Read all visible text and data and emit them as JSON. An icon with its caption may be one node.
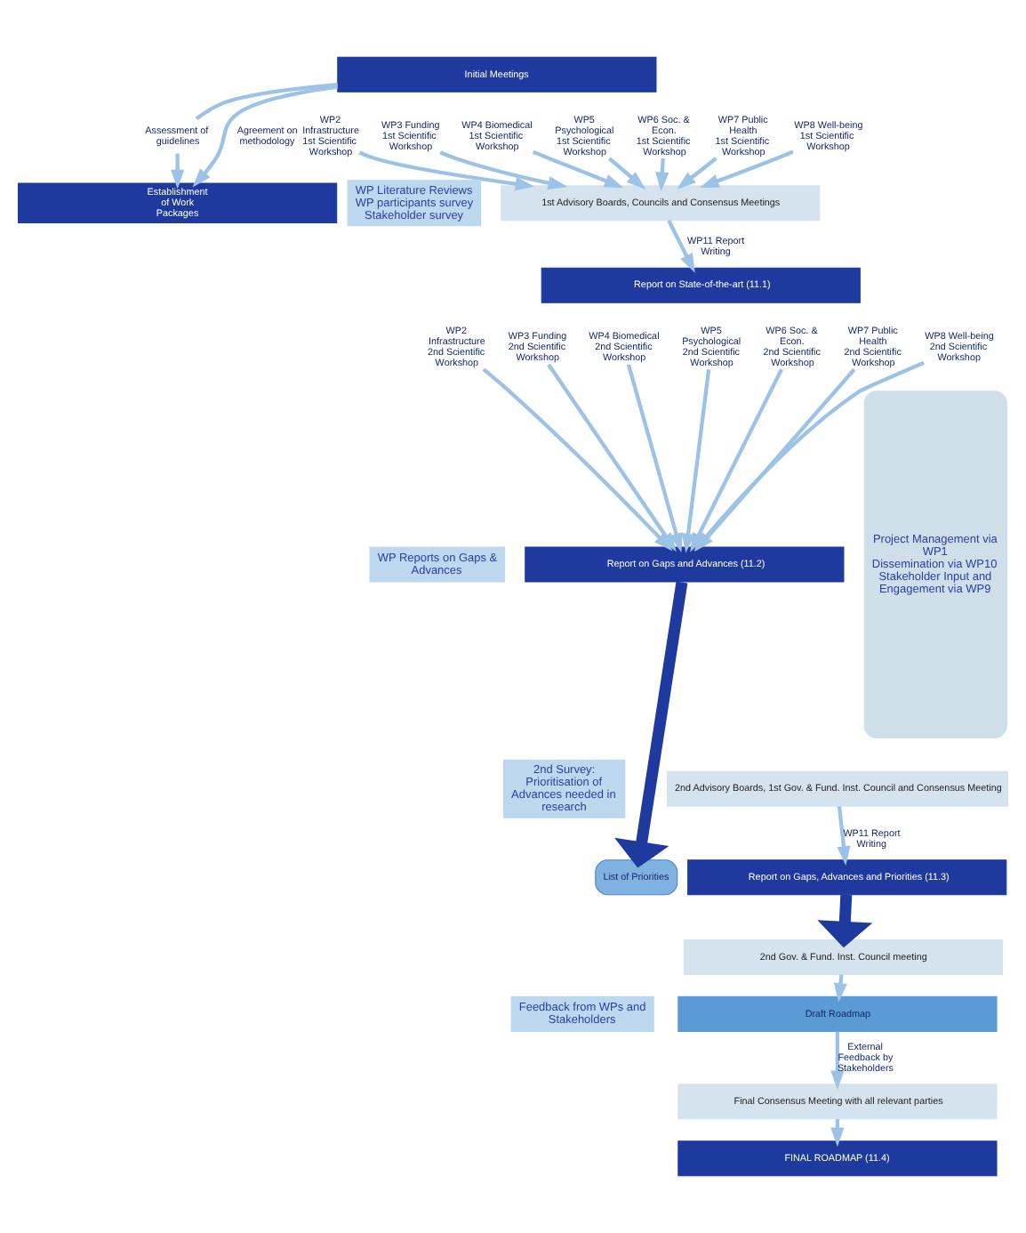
{
  "diagram": {
    "nodes": [
      {
        "text": [
          "Initial Meetings"
        ]
      },
      {
        "text": [
          "Assessment of guidelines"
        ]
      },
      {
        "text": [
          "Establishment of Work Packages"
        ]
      },
      {
        "text": [
          "WP2 Infrastructure",
          "1st Scientific Workshop"
        ]
      },
      {
        "text": [
          "WP3 Funding",
          "1st Scientific Workshop"
        ]
      },
      {
        "text": [
          "WP4 Biomedical",
          "1st Scientific Workshop"
        ]
      },
      {
        "text": [
          "WP5 Psychological",
          "1st Scientific Workshop"
        ]
      },
      {
        "text": [
          "WP6 Soc. & Econ.",
          "1st Scientific Workshop"
        ]
      },
      {
        "text": [
          "WP7 Public Health",
          "1st Scientific Workshop"
        ]
      },
      {
        "text": [
          "WP8 Well-being",
          "1st Scientific Workshop"
        ]
      },
      {
        "text": [
          "1st Advisory Boards, Councils and Consensus Meetings"
        ]
      },
      {
        "text": [
          "Report on State-of-the-art (11.1)"
        ]
      },
      {
        "text": [
          "WP2 Infrastructure",
          "2nd Scientific Workshop"
        ]
      },
      {
        "text": [
          "WP3 Funding",
          "2nd Scientific Workshop"
        ]
      },
      {
        "text": [
          "WP4 Biomedical",
          "2nd Scientific Workshop"
        ]
      },
      {
        "text": [
          "WP5 Psychological",
          "2nd Scientific Workshop"
        ]
      },
      {
        "text": [
          "WP6 Soc. & Econ.",
          "2nd Scientific Workshop"
        ]
      },
      {
        "text": [
          "WP7 Public Health",
          "2nd Scientific Workshop"
        ]
      },
      {
        "text": [
          "WP8 Well-being",
          "2nd Scientific Workshop"
        ]
      },
      {
        "text": [
          "Report on Gaps and Advances (11.2)"
        ]
      },
      {
        "text": [
          "List of Priorities"
        ]
      },
      {
        "text": [
          "2nd Advisory Boards, 1st Gov. & Fund. Inst. Council and Consensus Meeting"
        ]
      },
      {
        "text": [
          "Report on Gaps, Advances and Priorities (11.3)"
        ]
      },
      {
        "text": [
          "2nd Gov. & Fund. Inst. Council meeting"
        ]
      },
      {
        "text": [
          "Draft Roadmap"
        ]
      },
      {
        "text": [
          "Final Consensus Meeting with all relevant parties"
        ]
      },
      {
        "text": [
          "FINAL ROADMAP (11.4)"
        ]
      },
      {
        "text": [
          "Project Management via WP1",
          "Dissemination via WP10",
          "Stakeholder Input and Engagement via WP9"
        ]
      }
    ],
    "edges": [
      {
        "from": 0,
        "to": 1,
        "arrow": "none"
      },
      {
        "from": 1,
        "to": 2,
        "arrow": "to"
      },
      {
        "from": 0,
        "to": 2,
        "label": "Agreement on methodology",
        "arrow": "to"
      },
      {
        "from": 3,
        "to": 10,
        "arrow": "to"
      },
      {
        "from": 4,
        "to": 10,
        "arrow": "to"
      },
      {
        "from": 5,
        "to": 10,
        "arrow": "to"
      },
      {
        "from": 6,
        "to": 10,
        "arrow": "to"
      },
      {
        "from": 7,
        "to": 10,
        "arrow": "to"
      },
      {
        "from": 8,
        "to": 10,
        "arrow": "to"
      },
      {
        "from": 9,
        "to": 10,
        "arrow": "to"
      },
      {
        "from": 10,
        "to": 11,
        "label": "WP11 Report Writing",
        "arrow": "to"
      },
      {
        "from": 12,
        "to": 19,
        "arrow": "to"
      },
      {
        "from": 13,
        "to": 19,
        "arrow": "to"
      },
      {
        "from": 14,
        "to": 19,
        "arrow": "to"
      },
      {
        "from": 15,
        "to": 19,
        "arrow": "to"
      },
      {
        "from": 16,
        "to": 19,
        "arrow": "to"
      },
      {
        "from": 17,
        "to": 19,
        "arrow": "to"
      },
      {
        "from": 18,
        "to": 19,
        "arrow": "to"
      },
      {
        "from": 19,
        "to": 20,
        "arrow": "to",
        "style": "thick",
        "color": "#1f3a9e"
      },
      {
        "from": 21,
        "to": 22,
        "label": "WP11 Report Writing",
        "arrow": "to"
      },
      {
        "from": 22,
        "to": 23,
        "arrow": "to",
        "style": "thick",
        "color": "#1f3a9e"
      },
      {
        "from": 23,
        "to": 24,
        "arrow": "to"
      },
      {
        "from": 24,
        "to": 25,
        "label": "External Feedback by Stakeholders",
        "arrow": "to"
      },
      {
        "from": 25,
        "to": 26,
        "arrow": "to"
      }
    ],
    "labels": [
      "WP Literature Reviews WP participants survey Stakeholder survey",
      "WP Reports on Gaps & Advances",
      "2nd Survey: Prioritisation of Advances needed in research",
      "Feedback from WPs and Stakeholders"
    ]
  }
}
